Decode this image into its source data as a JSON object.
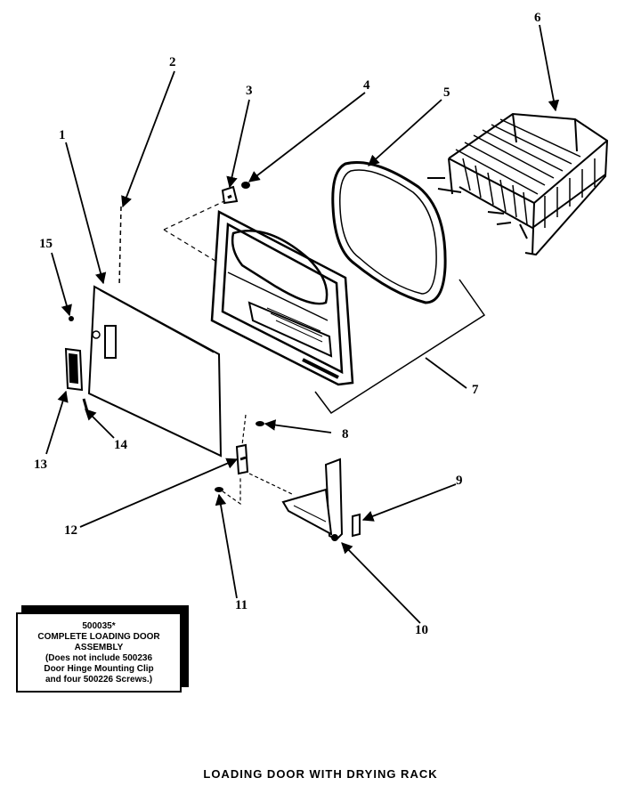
{
  "diagram": {
    "caption": "LOADING DOOR WITH DRYING RACK",
    "note": {
      "line1": "500035*",
      "line2": "COMPLETE LOADING DOOR",
      "line3": "ASSEMBLY",
      "line4": "(Does not include 500236",
      "line5": "Door Hinge Mounting Clip",
      "line6": "and four 500226 Screws.)"
    },
    "callouts": [
      "1",
      "2",
      "3",
      "4",
      "5",
      "6",
      "7",
      "8",
      "9",
      "10",
      "11",
      "12",
      "13",
      "14",
      "15"
    ]
  }
}
